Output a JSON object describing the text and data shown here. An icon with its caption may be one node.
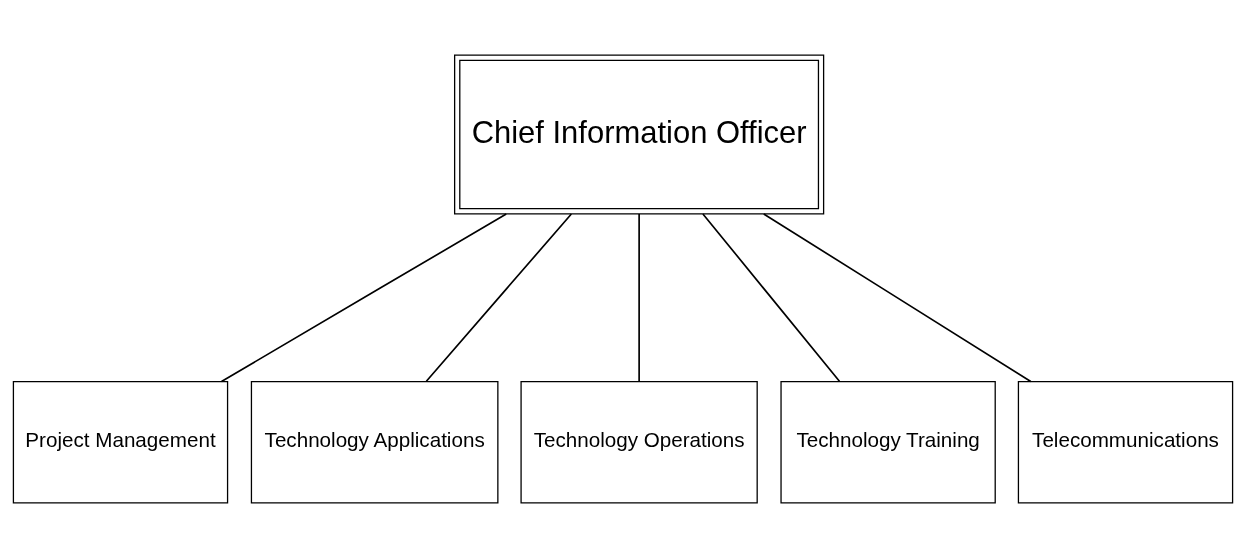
{
  "diagram": {
    "nodes": [
      {
        "text": [
          "Chief Information Officer"
        ]
      },
      {
        "text": [
          "Project Management"
        ]
      },
      {
        "text": [
          "Technology Applications"
        ]
      },
      {
        "text": [
          "Technology Operations"
        ]
      },
      {
        "text": [
          "Technology Training"
        ]
      },
      {
        "text": [
          "Telecommunications"
        ]
      }
    ],
    "edges": [
      {
        "from": 0,
        "to": 1,
        "arrow": "none"
      },
      {
        "from": 0,
        "to": 2,
        "arrow": "none"
      },
      {
        "from": 0,
        "to": 3,
        "arrow": "none"
      },
      {
        "from": 0,
        "to": 4,
        "arrow": "none"
      },
      {
        "from": 0,
        "to": 5,
        "arrow": "none"
      }
    ]
  }
}
